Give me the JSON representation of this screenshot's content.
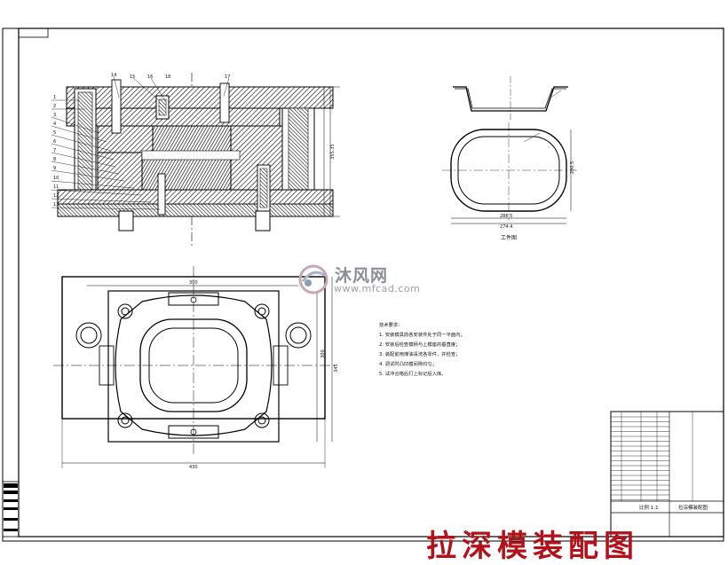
{
  "drawing": {
    "title": "拉深模装配图",
    "part_view_label": "工件图"
  },
  "watermark": {
    "brand": "沐风网",
    "url": "www.mfcad.com"
  },
  "technical_requirements": {
    "heading": "技术要求：",
    "items": [
      "1. 安装模具前各安装件处于同一平面内；",
      "2. 安装后检查模柄与上模座的垂直度；",
      "3. 装配前用煤油清洗各零件，并检查；",
      "4. 调试时凸凹模间隙均匀；",
      "5. 试冲合格后打上标记后入库。"
    ]
  },
  "dimensions": {
    "plan_top": "300",
    "plan_bottom": "430",
    "plan_right_inner": "300",
    "plan_right_outer": "345",
    "section_height_right": "355.35",
    "part_width_inner": "286.5",
    "part_width_outer": "274.4",
    "part_height": "200.5"
  },
  "part_callouts": [
    "1",
    "2",
    "3",
    "4",
    "5",
    "6",
    "7",
    "8",
    "9",
    "10",
    "11",
    "12",
    "13",
    "14",
    "15",
    "16",
    "17",
    "18"
  ],
  "title_block": {
    "scale_label": "比例 1:1",
    "name": "拉深模装配图"
  }
}
